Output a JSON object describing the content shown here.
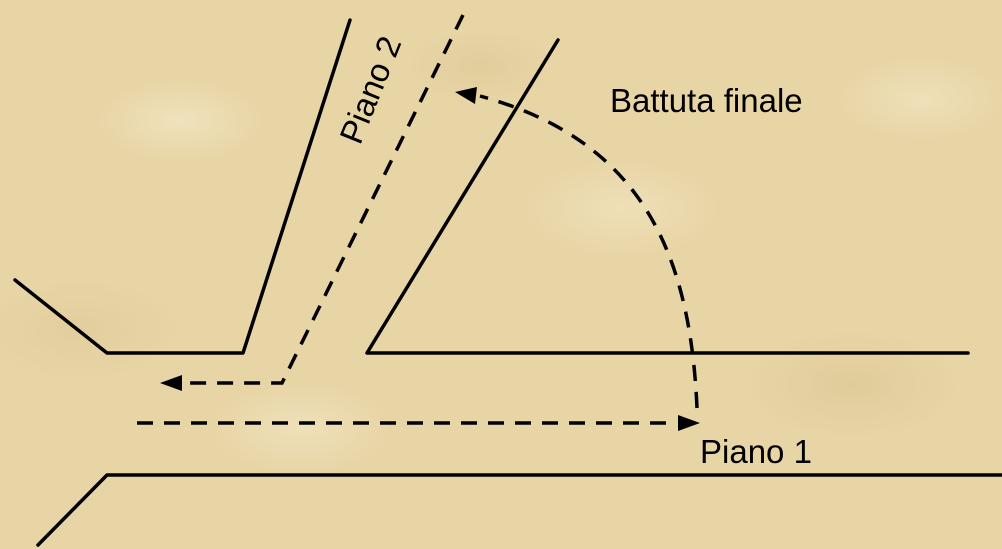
{
  "labels": {
    "battuta_finale": "Battuta finale",
    "piano_1": "Piano 1",
    "piano_2": "Piano 2"
  },
  "colors": {
    "background": "#e8d5a6",
    "ink": "#000000"
  }
}
